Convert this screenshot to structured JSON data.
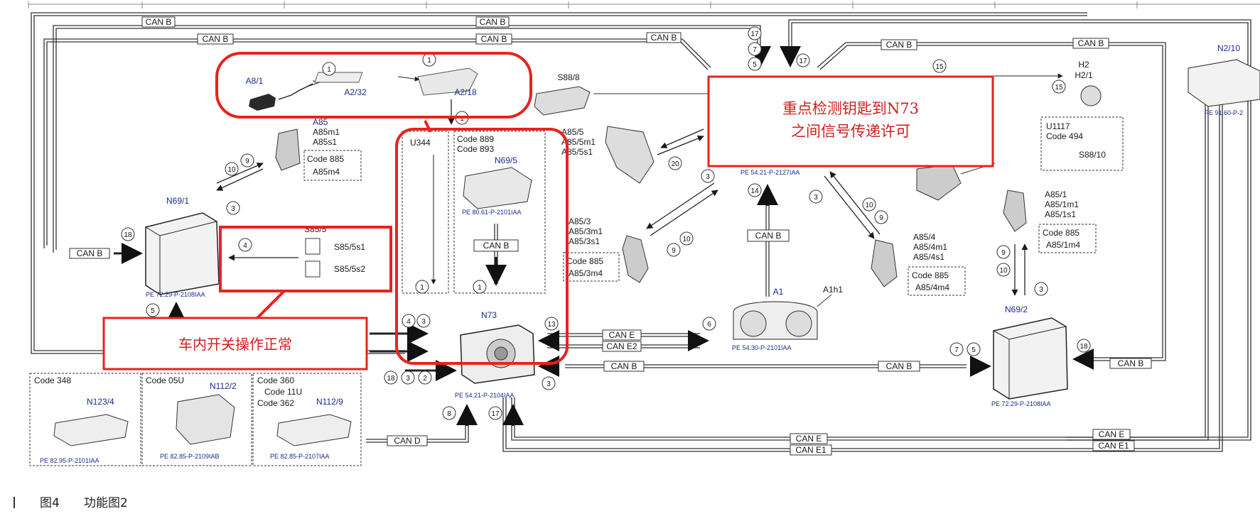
{
  "annotations": {
    "key_to_n73": [
      "重点检测钥匙到N73",
      "之间信号传递许可"
    ],
    "switch_ok": "车内开关操作正常"
  },
  "caption": {
    "figure": "图4",
    "title": "功能图2"
  },
  "buses": {
    "can_b": "CAN B",
    "can_e": "CAN E",
    "can_e2": "CAN E2",
    "can_e1": "CAN E1",
    "can_d": "CAN D"
  },
  "components": {
    "a8_1": "A8/1",
    "a2_32": "A2/32",
    "a2_18": "A2/18",
    "s88_8": "S88/8",
    "a85": [
      "A85",
      "A85m1",
      "A85s1"
    ],
    "a85_code": [
      "Code 885",
      "A85m4"
    ],
    "n69_1": "N69/1",
    "n69_1_ref": "PE 72.29-P-2108IAA",
    "s85_5": "S85/5",
    "s85_5s1": "S85/5s1",
    "s85_5s2": "S85/5s2",
    "u344": "U344",
    "n69_5_codes": [
      "Code 889",
      "Code 893"
    ],
    "n69_5": "N69/5",
    "n69_5_ref": "PE 80.61-P-2101IAA",
    "a85_5": [
      "A85/5",
      "A85/5m1",
      "A85/5s1"
    ],
    "a85_3": [
      "A85/3",
      "A85/3m1",
      "A85/3s1"
    ],
    "a85_3_code": [
      "Code 885",
      "A85/3m4"
    ],
    "n73": "N73",
    "n73_ref": "PE 54.21-P-2104IAA",
    "ref_2127": "PE 54.21-P-2127IAA",
    "a1": "A1",
    "a1h1": "A1h1",
    "a1_ref": "PE 54.30-P-2101IAA",
    "a85_4": [
      "A85/4",
      "A85/4m1",
      "A85/4s1"
    ],
    "a85_4_code": [
      "Code 885",
      "A85/4m4"
    ],
    "h2": [
      "H2",
      "H2/1"
    ],
    "u1117": [
      "U1117",
      "Code 494"
    ],
    "s88_10": "S88/10",
    "n2_10": "N2/10",
    "n2_10_ref": "PE 91.60-P-2",
    "a85_1": [
      "A85/1",
      "A85/1m1",
      "A85/1s1"
    ],
    "a85_1_code": [
      "Code 885",
      "A85/1m4"
    ],
    "n69_2": "N69/2",
    "n69_2_ref": "PE 72.29-P-2108IAA",
    "n123_4_code": "Code 348",
    "n123_4": "N123/4",
    "n123_4_ref": "PE 82.95-P-2101IAA",
    "n112_2_code": "Code 05U",
    "n112_2": "N112/2",
    "n112_2_ref": "PE 82.85-P-2109IAB",
    "n112_9_codes": [
      "Code 360",
      "Code 11U",
      "Code 362"
    ],
    "n112_9": "N112/9",
    "n112_9_ref": "PE 82.85-P-2107IAA"
  },
  "signals": {
    "s1": "1",
    "s2": "2",
    "s3": "3",
    "s4": "4",
    "s5": "5",
    "s6": "6",
    "s7": "7",
    "s8": "8",
    "s9": "9",
    "s10": "10",
    "s13": "13",
    "s14": "14",
    "s15": "15",
    "s17": "17",
    "s18": "18",
    "s20": "20"
  },
  "colors": {
    "highlight": "#e8231f",
    "line": "#333333",
    "label_blue": "#1c2a8c",
    "background": "#ffffff"
  }
}
